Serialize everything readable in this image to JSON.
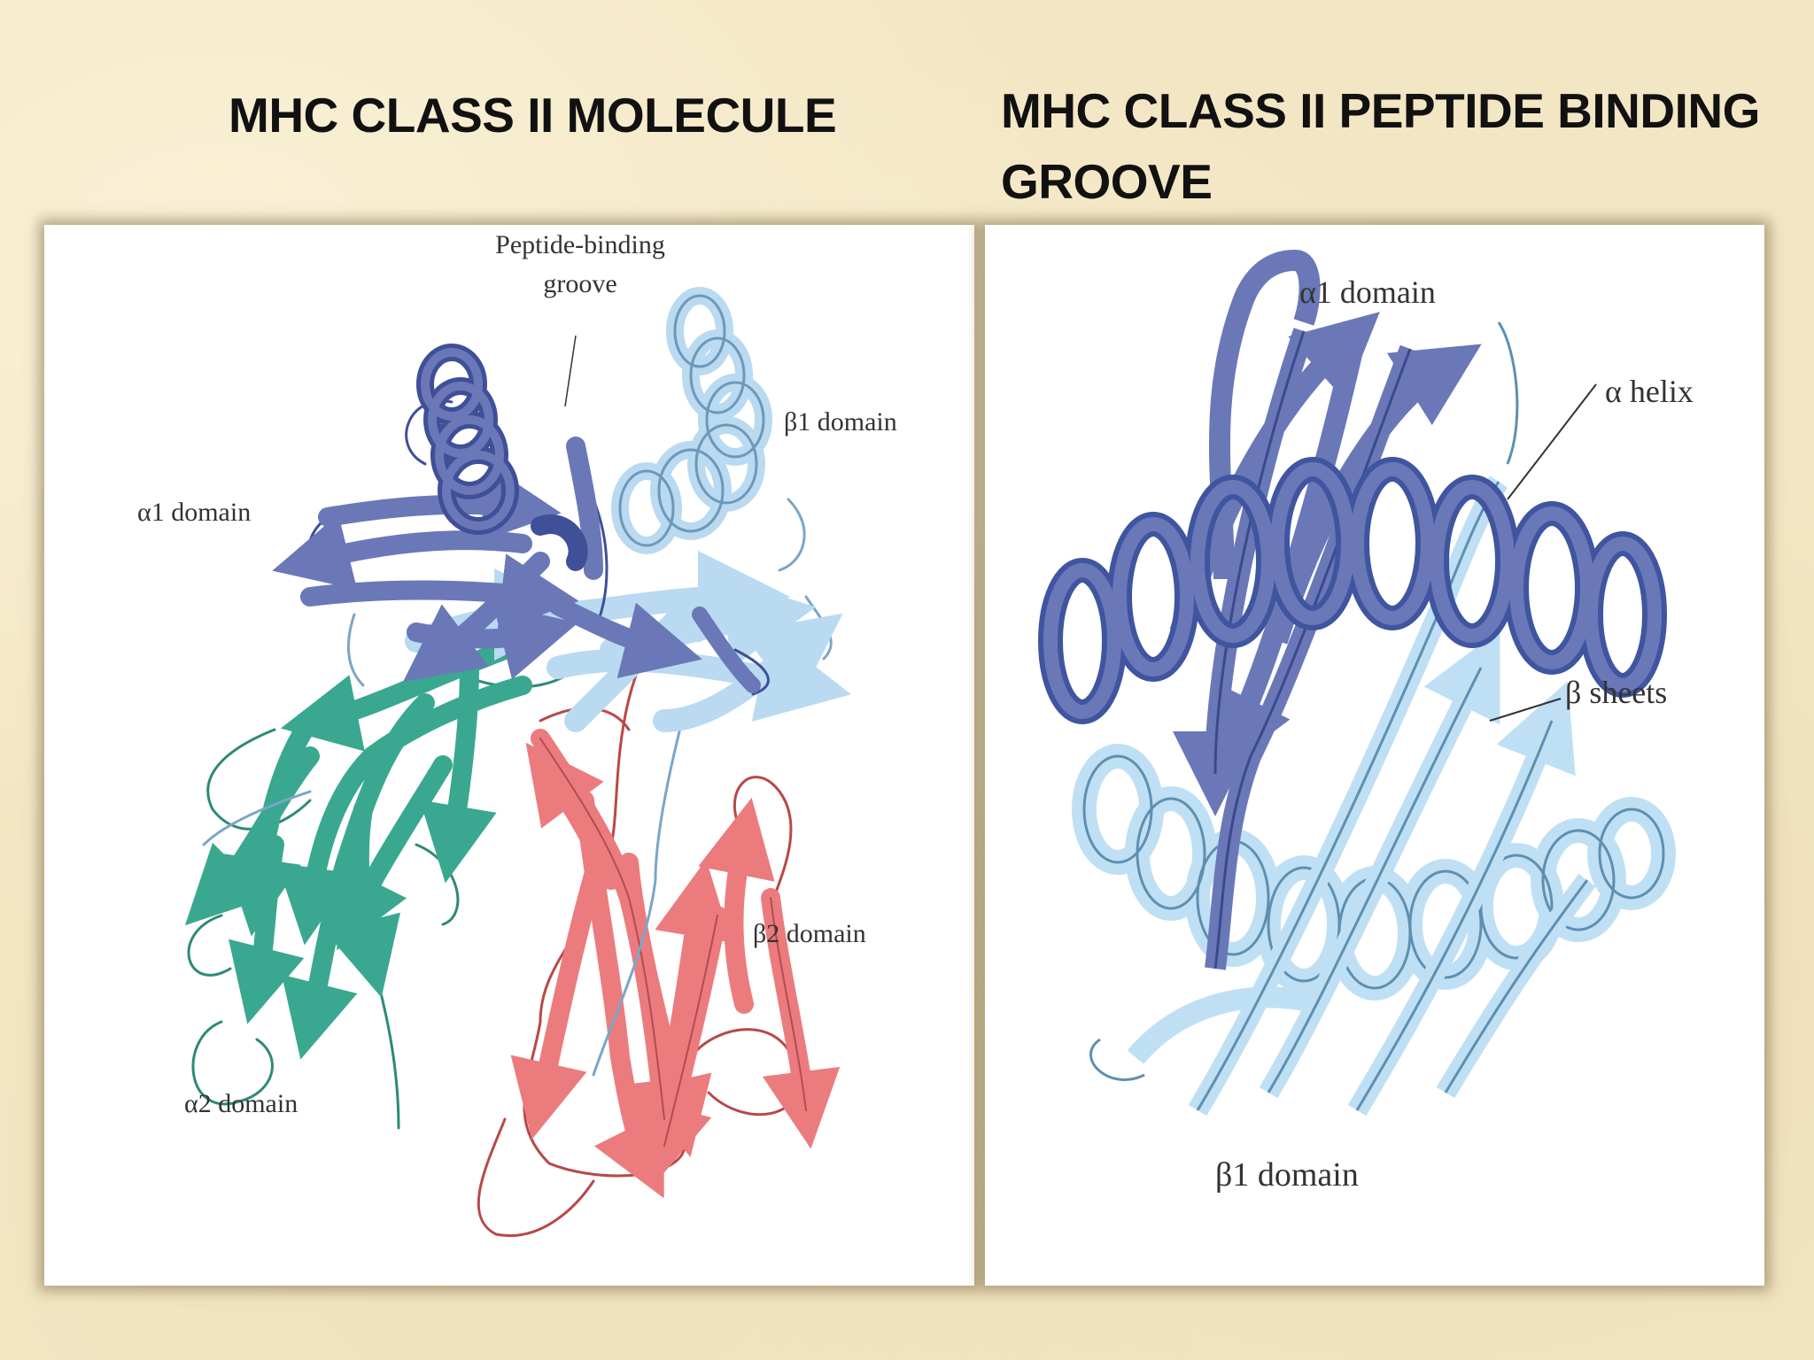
{
  "titles": {
    "left": "MHC CLASS II MOLECULE",
    "right": "MHC CLASS II PEPTIDE BINDING GROOVE"
  },
  "left_panel": {
    "labels": {
      "groove": [
        "Peptide-binding",
        "groove"
      ],
      "beta1": "β1 domain",
      "alpha1": "α1 domain",
      "beta2": "β2 domain",
      "alpha2": "α2 domain"
    },
    "colors": {
      "alpha1": "#6a78b8",
      "alpha1_dark": "#3f4f98",
      "beta1": "#b9daf0",
      "alpha2": "#3aa890",
      "beta2": "#ec7b7e"
    }
  },
  "right_panel": {
    "labels": {
      "alpha1": "α1 domain",
      "alpha_helix": "α helix",
      "beta_sheets": "β sheets",
      "beta1": "β1 domain"
    },
    "colors": {
      "alpha1": "#6a78b8",
      "alpha1_dark": "#3f55a0",
      "beta1": "#bfe0f4",
      "beta1_dark": "#8cc0e0"
    }
  }
}
